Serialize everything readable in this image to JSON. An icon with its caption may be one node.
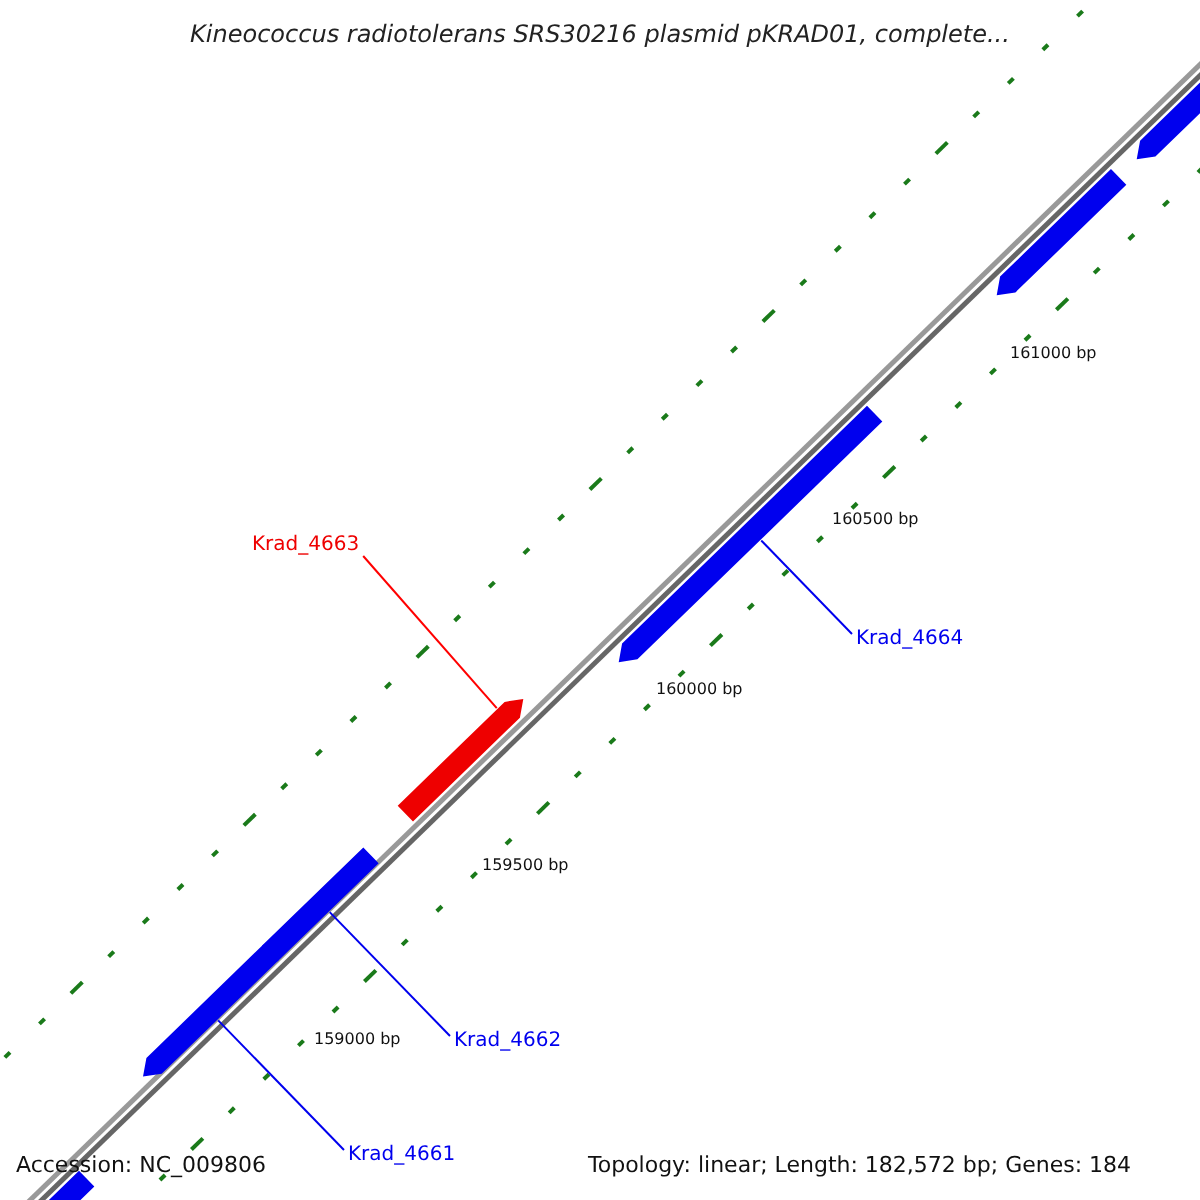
{
  "diagram": {
    "title": "Kineococcus radiotolerans SRS30216 plasmid pKRAD01, complete...",
    "nodes": [
      {
        "text": [],
        "shape": "bar"
      },
      {
        "text": [],
        "shape": "bar"
      },
      {
        "text": [],
        "shape": "bar"
      },
      {
        "text": [
          "Krad_4663"
        ]
      },
      {
        "text": [
          "Krad_4664"
        ]
      },
      {
        "text": [],
        "shape": "bar"
      },
      {
        "text": [],
        "shape": "bar"
      },
      {
        "text": [
          "Krad_4662"
        ]
      },
      {
        "text": [],
        "shape": "bar"
      },
      {
        "text": [
          "Krad_4661"
        ]
      },
      {
        "text": [],
        "shape": "bar"
      }
    ],
    "edges": [
      {
        "from": 3,
        "to": 5,
        "arrow": "none",
        "color": "#ff0000"
      },
      {
        "from": 4,
        "to": 2,
        "arrow": "none"
      },
      {
        "from": 7,
        "to": 6,
        "arrow": "none"
      },
      {
        "from": 9,
        "to": 8,
        "arrow": "none"
      }
    ],
    "labels": [
      "161000 bp",
      "160500 bp",
      "160000 bp",
      "159500 bp",
      "159000 bp",
      "Accession: NC_009806",
      "Topology: linear; Length: 182,572 bp; Genes: 184"
    ]
  }
}
